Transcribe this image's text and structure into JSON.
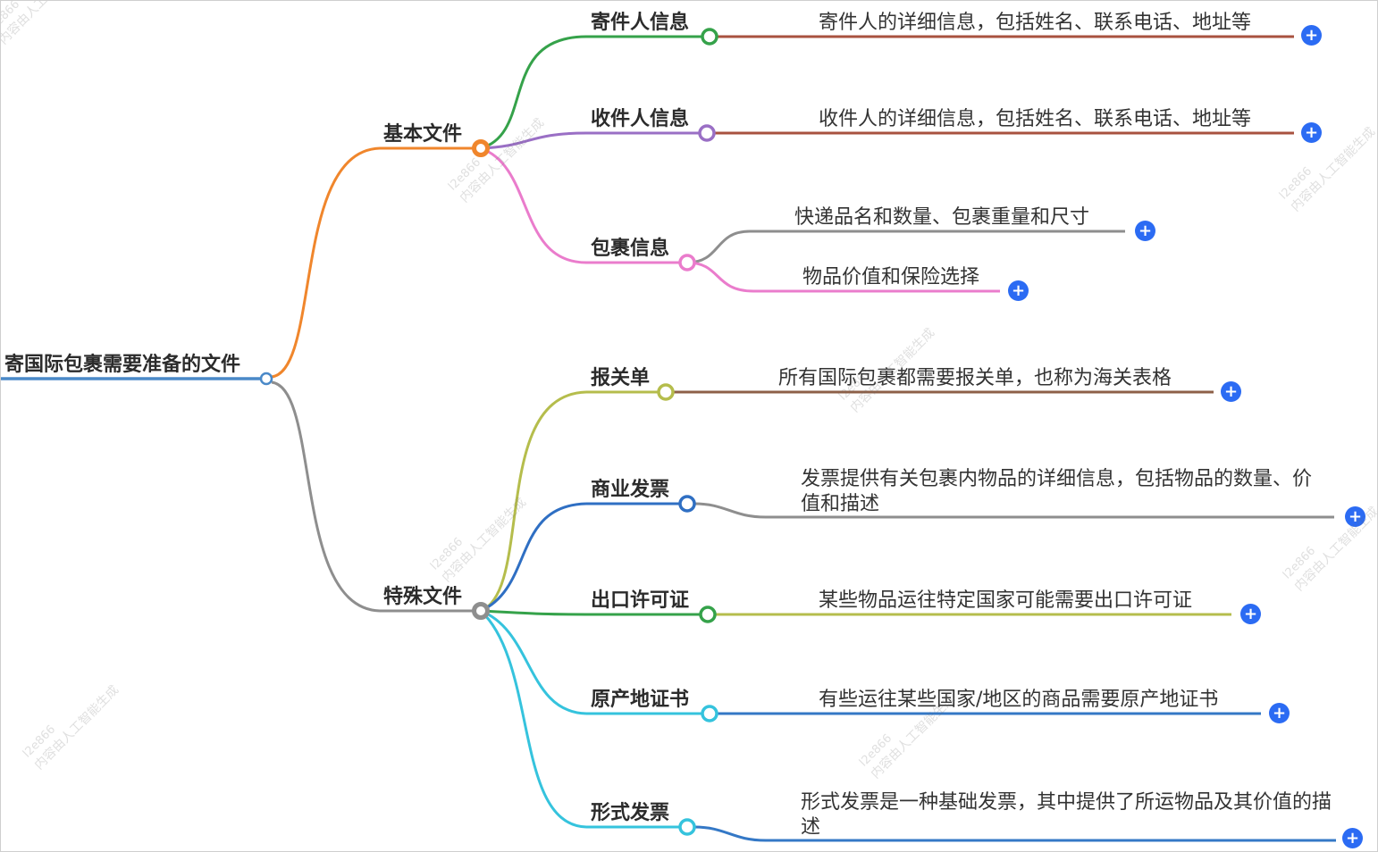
{
  "root": {
    "label": "寄国际包裹需要准备的文件"
  },
  "branches": [
    {
      "label": "基本文件",
      "children": [
        {
          "label": "寄件人信息",
          "desc": "寄件人的详细信息，包括姓名、联系电话、地址等"
        },
        {
          "label": "收件人信息",
          "desc": "收件人的详细信息，包括姓名、联系电话、地址等"
        },
        {
          "label": "包裹信息",
          "items": [
            {
              "desc": "快递品名和数量、包裹重量和尺寸"
            },
            {
              "desc": "物品价值和保险选择"
            }
          ]
        }
      ]
    },
    {
      "label": "特殊文件",
      "children": [
        {
          "label": "报关单",
          "desc": "所有国际包裹都需要报关单，也称为海关表格"
        },
        {
          "label": "商业发票",
          "desc": "发票提供有关包裹内物品的详细信息，包括物品的数量、价值和描述"
        },
        {
          "label": "出口许可证",
          "desc": "某些物品运往特定国家可能需要出口许可证"
        },
        {
          "label": "原产地证书",
          "desc": "有些运往某些国家/地区的商品需要原产地证书"
        },
        {
          "label": "形式发票",
          "desc": "形式发票是一种基础发票，其中提供了所运物品及其价值的描述"
        }
      ]
    }
  ],
  "icons": {
    "plus": "+"
  },
  "watermark": {
    "line1": "l2e866",
    "line2": "内容由人工智能生成"
  },
  "colors": {
    "root_line": "#4a89c8",
    "orange": "#f0862c",
    "gray": "#8e8e8e",
    "green": "#35a24a",
    "purple": "#9a6fc5",
    "pink": "#ea7ccc",
    "olive": "#b5bd4c",
    "blue": "#2f6fc3",
    "cyan": "#35c3dd",
    "dark_red": "#a8523f",
    "brown": "#8d6048",
    "desc_blue": "#3478c6",
    "plus": "#2b6bf3",
    "text": "#333333"
  }
}
